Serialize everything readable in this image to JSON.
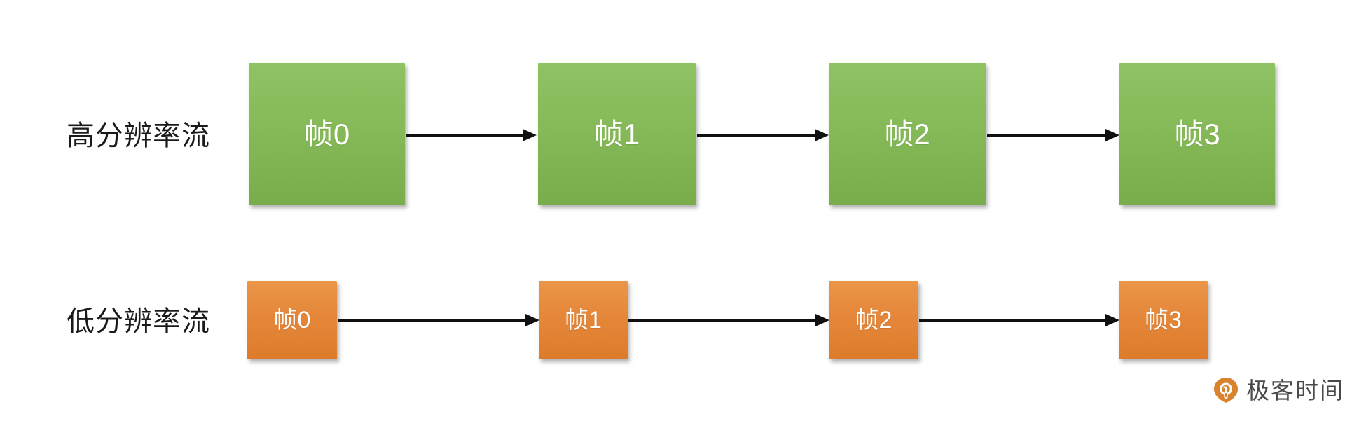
{
  "diagram": {
    "rows": [
      {
        "id": "high-resolution-stream",
        "label": "高分辨率流",
        "box_color": "#86ba58",
        "box_color_top": "#8fc263",
        "box_color_bottom": "#79ac4b",
        "boxes": [
          {
            "label": "帧0"
          },
          {
            "label": "帧1"
          },
          {
            "label": "帧2"
          },
          {
            "label": "帧3"
          }
        ],
        "arrow_count": 3
      },
      {
        "id": "low-resolution-stream",
        "label": "低分辨率流",
        "box_color": "#e5873a",
        "box_color_top": "#ea9649",
        "box_color_bottom": "#dd7b2a",
        "boxes": [
          {
            "label": "帧0"
          },
          {
            "label": "帧1"
          },
          {
            "label": "帧2"
          },
          {
            "label": "帧3"
          }
        ],
        "arrow_count": 3
      }
    ],
    "arrow_color": "#101010",
    "box_text_color": "#ffffff",
    "label_text_color": "#1a1a1a",
    "background": "#ffffff"
  },
  "watermark": {
    "text": "极客时间",
    "logo_icon": "geektime-pin-icon",
    "logo_color": "#d9832f",
    "text_color": "#4a4a4a"
  }
}
